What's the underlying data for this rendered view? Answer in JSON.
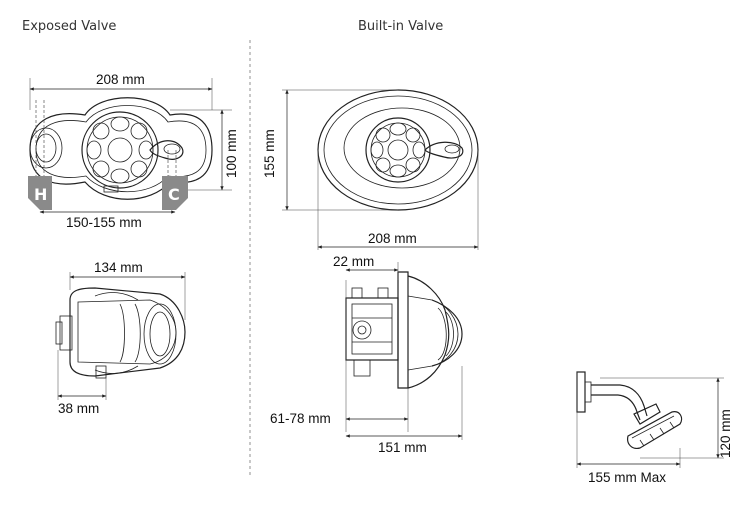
{
  "headings": {
    "exposed": "Exposed Valve",
    "builtin": "Built-in Valve"
  },
  "exposed_front": {
    "width": "208 mm",
    "height": "100 mm",
    "centres": "150-155 mm",
    "hot_label": "H",
    "cold_label": "C"
  },
  "exposed_side": {
    "width": "134 mm",
    "depth": "38 mm"
  },
  "builtin_front": {
    "height": "155 mm",
    "width": "208 mm"
  },
  "builtin_side": {
    "plate": "22 mm",
    "recess": "61-78 mm",
    "depth": "151 mm"
  },
  "shower_head": {
    "height": "120 mm",
    "reach": "155 mm Max"
  },
  "colors": {
    "ink": "#222222",
    "badge": "#8a8a8a",
    "text": "#111111"
  }
}
